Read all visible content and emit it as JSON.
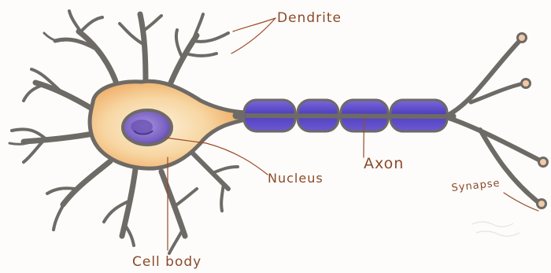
{
  "labels": {
    "dendrite": "Dendrite",
    "nucleus": "Nucleus",
    "axon": "Axon",
    "synapse": "Synapse",
    "cell_body": "Cell body"
  },
  "colors": {
    "outline": "#6e6a66",
    "soma_fill": "#f6d8a8",
    "soma_glow": "#f0b26a",
    "nucleus_fill": "#8a74c8",
    "nucleus_inner": "#6a4fb0",
    "myelin": "#5a48c8",
    "myelin_light": "#8f7fe0",
    "label_ink": "#8a4a2a",
    "leader_ink": "#9b4a26"
  }
}
